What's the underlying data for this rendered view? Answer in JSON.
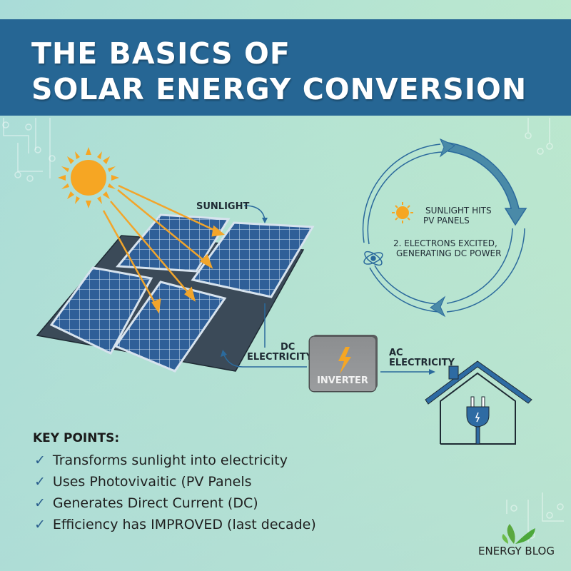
{
  "title": {
    "line1": "THE BASICS OF",
    "line2": "SOLAR ENERGY CONVERSION"
  },
  "colors": {
    "title_band": "#266694",
    "sun": "#f6a623",
    "panel": "#2f5f98",
    "line_blue": "#2b6a9c",
    "check": "#2b5f8e",
    "leaf": "#4ca83a"
  },
  "diagram": {
    "sunlight_label": "SUNLIGHT",
    "dc_label_line1": "DC",
    "dc_label_line2": "ELECTRICITY",
    "ac_label_line1": "AC",
    "ac_label_line2": "ELECTRICITY",
    "inverter_label": "INVERTER",
    "icons": [
      "sun-icon",
      "solar-panel-array",
      "lightning-icon",
      "house-icon",
      "plug-icon"
    ]
  },
  "cycle": {
    "step1_line1": "SUNLIGHT HITS",
    "step1_line2": "PV PANELS",
    "step2_line1": "2. ELECTRONS EXCITED,",
    "step2_line2": "GENERATING DC POWER",
    "icons": [
      "sun-icon",
      "atom-icon"
    ]
  },
  "key_points": {
    "title": "KEY POINTS:",
    "check_glyph": "✓",
    "items": [
      "Transforms sunlight into electricity",
      "Uses Photovivaitic (PV Panels",
      "Generates Direct Current (DC)",
      "Efficiency has IMPROVED (last decade)"
    ]
  },
  "branding": {
    "name": "ENERGY BLOG"
  }
}
